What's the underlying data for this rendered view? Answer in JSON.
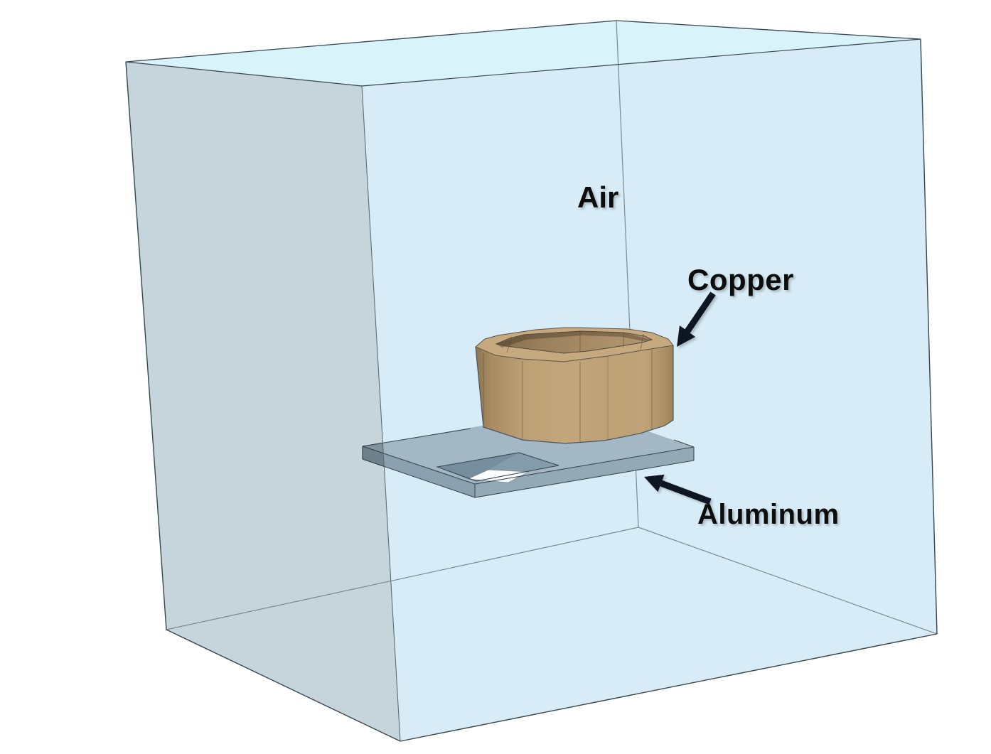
{
  "figure": {
    "type": "3d-annotated-geometry",
    "labels": {
      "air": "Air",
      "copper": "Copper",
      "aluminum": "Aluminum"
    },
    "colors": {
      "background": "#ffffff",
      "box_front_face": "#d7ecf7",
      "box_left_face": "#c6d5dc",
      "box_top_face": "#d8f3fa",
      "box_edge": "#37464e",
      "box_corner_edge": "#5d6d75",
      "interior_edge": "#7b8991",
      "plate_top": "#a3b8c4",
      "plate_side_left": "#8ba1af",
      "plate_side_front": "#93a9b6",
      "plate_hole": "#849baa",
      "plate_hole_wall": "#768e9d",
      "plate_hole_through": "#fbfdfe",
      "copper_top": "#c6a97f",
      "copper_wall_mid": "#bda074",
      "copper_wall_dark": "#8d7450",
      "copper_inner": "#9a805c",
      "label_text": "#0d0d0d",
      "arrow": "#101820"
    }
  }
}
